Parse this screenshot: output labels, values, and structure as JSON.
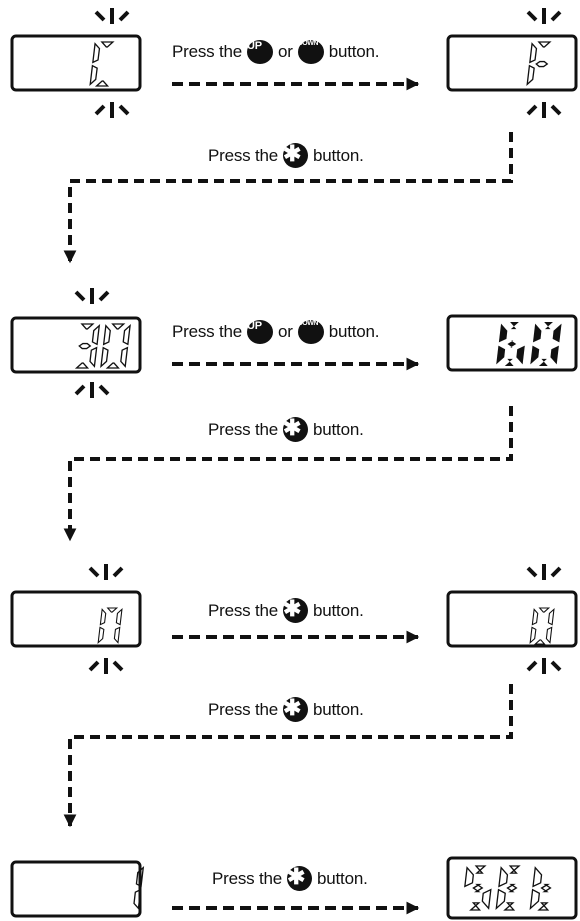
{
  "instructions": {
    "press_up_or_down": {
      "press_the": "Press the",
      "or": "or",
      "button": "button."
    },
    "press_set": {
      "press_the": "Press the",
      "button": "button."
    }
  },
  "icons": {
    "up": "UP",
    "down": "DOWN",
    "set": "✱"
  },
  "step1": {
    "from_display": "C",
    "to_display": "F"
  },
  "step2": {
    "from_display": "30",
    "to_display": "60"
  },
  "step3": {
    "from_display": "n",
    "to_display": "o"
  },
  "step4": {
    "from_display": "1",
    "to_display": "SEt"
  },
  "colors": {
    "ink": "#111111",
    "background": "#ffffff"
  }
}
